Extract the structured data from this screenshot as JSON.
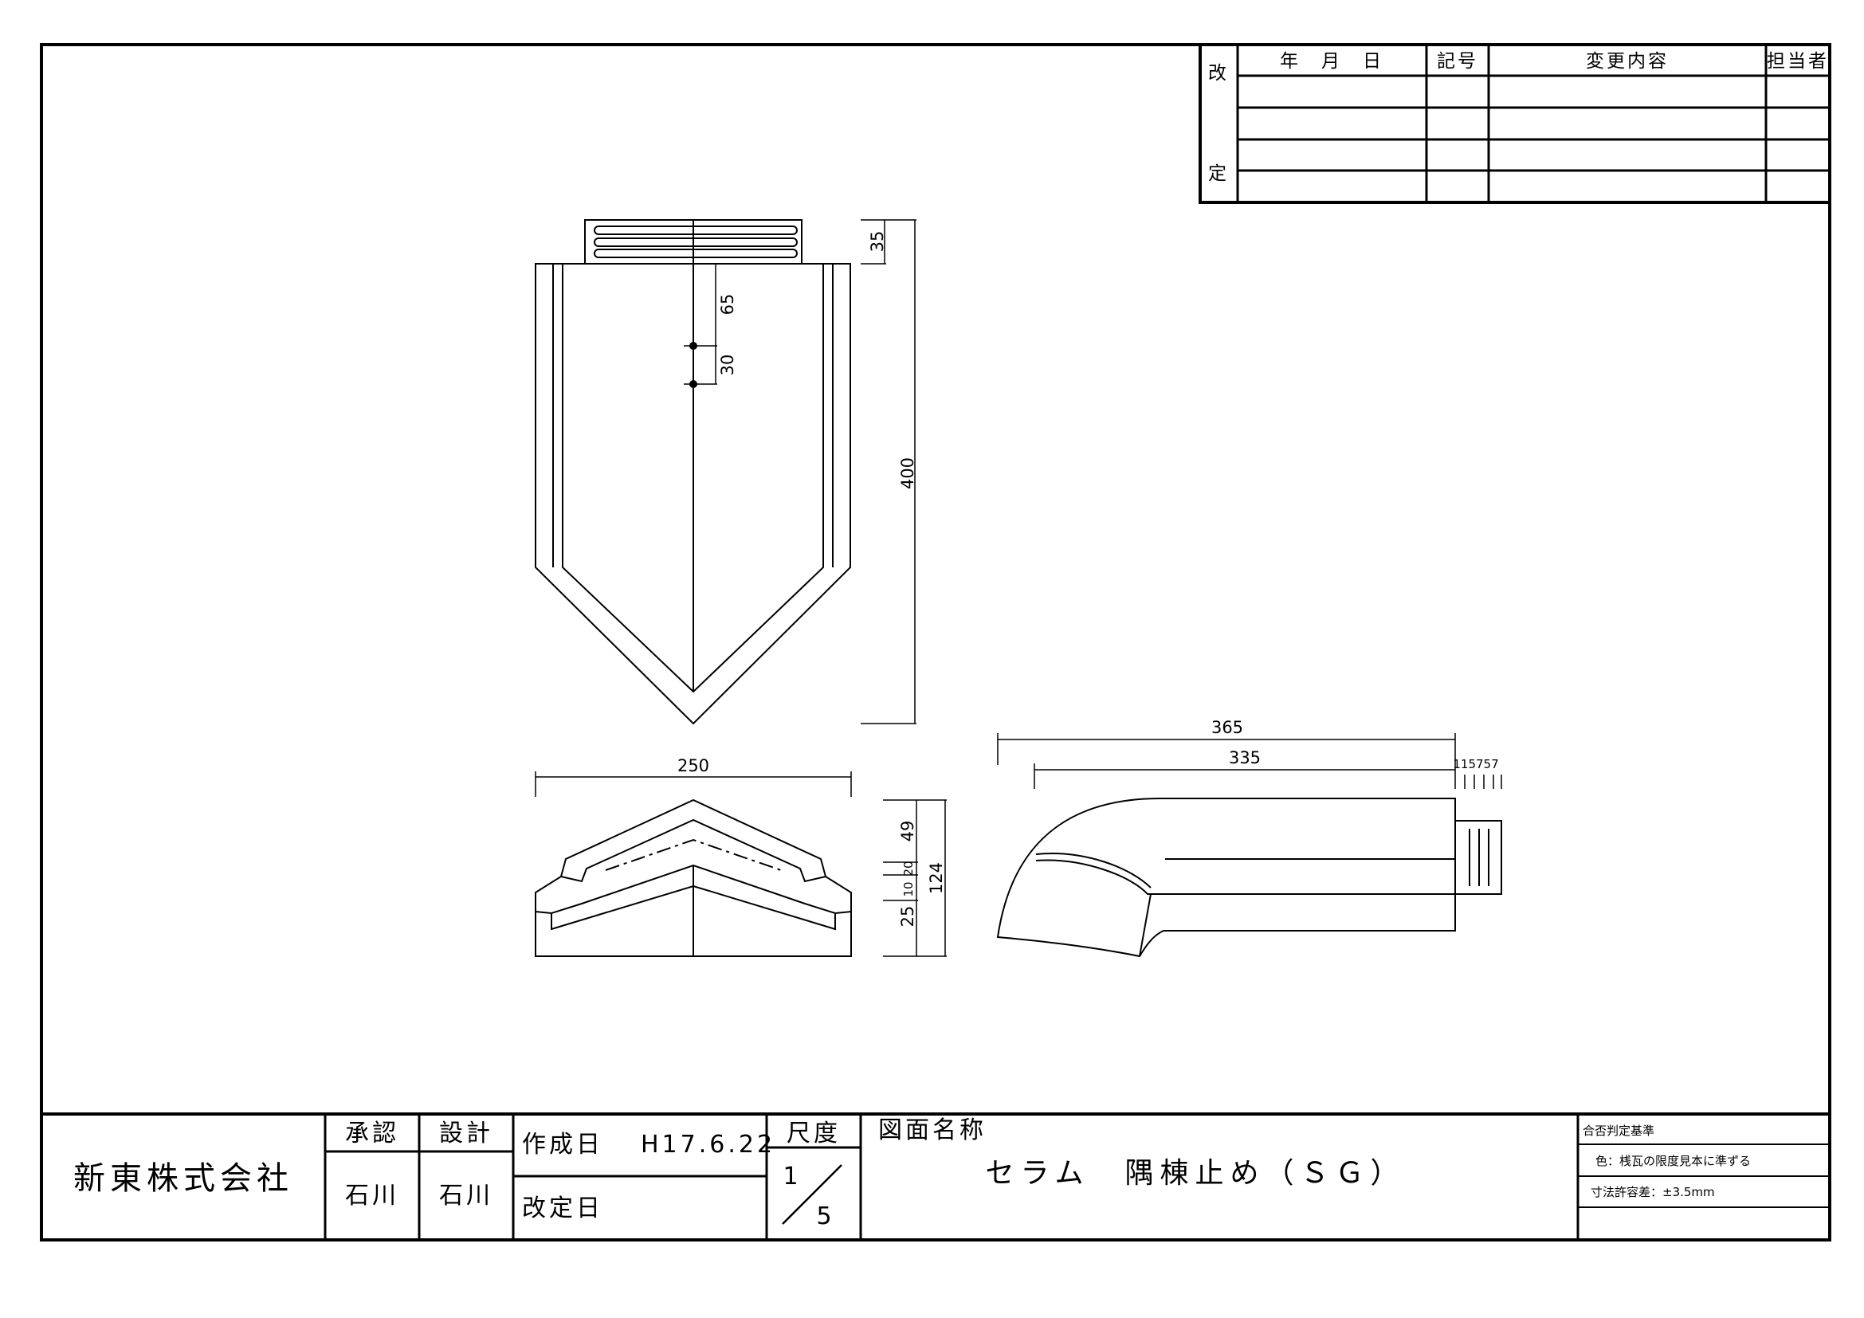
{
  "revision_table": {
    "side_label_top": "改",
    "side_label_bottom": "定",
    "headers": {
      "date": "年　月　日",
      "mark": "記号",
      "content": "変更内容",
      "person": "担当者"
    }
  },
  "dimensions": {
    "top_view": {
      "tab": "35",
      "slot_a": "65",
      "slot_b": "30",
      "height": "400"
    },
    "front_view": {
      "width": "250",
      "upper": "49",
      "mid_a": "10",
      "mid_b": "20",
      "lower": "25",
      "height": "124"
    },
    "side_view": {
      "overall": "365",
      "body": "335",
      "ribs": "115757"
    }
  },
  "title_block": {
    "company": "新東株式会社",
    "approve_label": "承認",
    "design_label": "設計",
    "approver": "石川",
    "designer": "石川",
    "created_label": "作成日",
    "created_date": "H17.6.22",
    "revised_label": "改定日",
    "scale_label": "尺度",
    "scale_num": "1",
    "scale_den": "5",
    "drawing_name_label": "図面名称",
    "drawing_name": "セラム　隅棟止め（ＳＧ）",
    "criteria_title": "合否判定基準",
    "criteria_color": "色：桟瓦の限度見本に準ずる",
    "criteria_tolerance": "寸法許容差：±3.5mm"
  }
}
